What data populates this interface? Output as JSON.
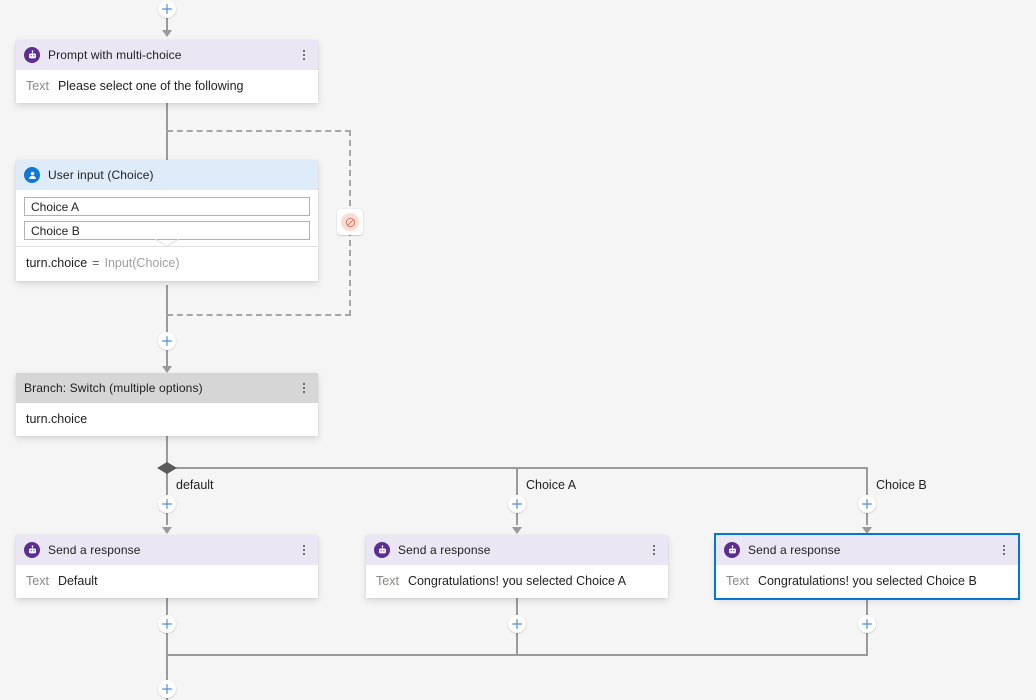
{
  "canvas": {
    "background": "#f5f5f5",
    "connector_color": "#9a9a9a",
    "accent_selected": "#0078d4",
    "plus_icon_color": "#4f8ede"
  },
  "nodes": [
    {
      "id": "prompt-multi-choice",
      "icon": "bot-icon",
      "header_color": "#ebe6f3",
      "title": "Prompt with multi-choice",
      "field_label": "Text",
      "field_value": "Please select one of the following",
      "menu": "more-options-icon",
      "selected": false
    },
    {
      "id": "user-input-choice",
      "icon": "user-icon",
      "header_color": "#deecf9",
      "title": "User input (Choice)",
      "choices": [
        "Choice A",
        "Choice B"
      ],
      "output_key": "turn.choice",
      "output_eq": "=",
      "output_value": "Input(Choice)",
      "selected": false
    },
    {
      "id": "branch-switch",
      "icon": "none",
      "header_color": "#d6d6d6",
      "title": "Branch: Switch (multiple options)",
      "field_value": "turn.choice",
      "menu": "more-options-icon",
      "selected": false
    },
    {
      "id": "send-response-default",
      "icon": "bot-icon",
      "header_color": "#ebe6f3",
      "title": "Send a response",
      "field_label": "Text",
      "field_value": "Default",
      "menu": "more-options-icon",
      "selected": false
    },
    {
      "id": "send-response-choice-a",
      "icon": "bot-icon",
      "header_color": "#ebe6f3",
      "title": "Send a response",
      "field_label": "Text",
      "field_value": "Congratulations! you selected Choice A",
      "menu": "more-options-icon",
      "selected": false
    },
    {
      "id": "send-response-choice-b",
      "icon": "bot-icon",
      "header_color": "#ebe6f3",
      "title": "Send a response",
      "field_label": "Text",
      "field_value": "Congratulations! you selected Choice B",
      "menu": "more-options-icon",
      "selected": true
    }
  ],
  "branch_labels": {
    "default": "default",
    "choice_a": "Choice A",
    "choice_b": "Choice B"
  },
  "badges": {
    "error": {
      "icon": "error-circle-icon",
      "fill": "#fadcd4",
      "stroke": "#d96a55"
    }
  },
  "add_buttons": [
    {
      "name": "add-node-top"
    },
    {
      "name": "add-node-before-branch"
    },
    {
      "name": "add-node-default-branch"
    },
    {
      "name": "add-node-choice-a-branch"
    },
    {
      "name": "add-node-choice-b-branch"
    },
    {
      "name": "add-node-after-default"
    },
    {
      "name": "add-node-after-choice-a"
    },
    {
      "name": "add-node-after-choice-b"
    },
    {
      "name": "add-node-bottom"
    }
  ]
}
